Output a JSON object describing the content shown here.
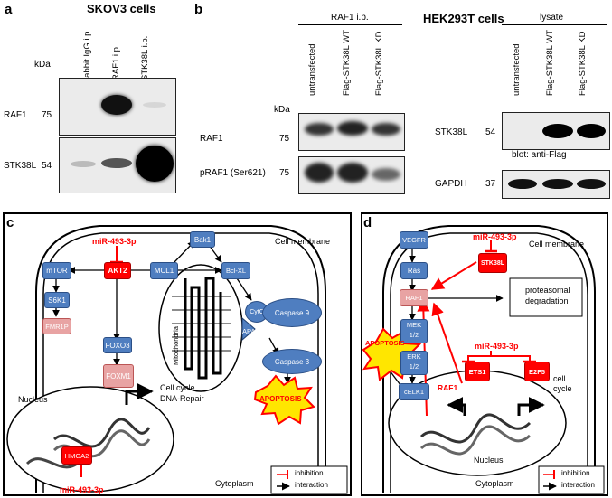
{
  "panel_a": {
    "letter": "a",
    "title": "SKOV3 cells",
    "kda": "kDa",
    "lanes": [
      "rabbit IgG i.p.",
      "RAF1 i.p.",
      "STK38L i.p."
    ],
    "rows": [
      {
        "name": "RAF1",
        "kda": "75"
      },
      {
        "name": "STK38L",
        "kda": "54"
      }
    ]
  },
  "panel_b": {
    "letter": "b",
    "title": "HEK293T cells",
    "group_ip": "RAF1 i.p.",
    "group_lysate": "lysate",
    "kda": "kDa",
    "lanes_ip": [
      "untransfected",
      "Flag-STK38L WT",
      "Flag-STK38L KD"
    ],
    "lanes_lysate": [
      "untransfected",
      "Flag-STK38L WT",
      "Flag-STK38L KD"
    ],
    "rows_ip": [
      {
        "name": "RAF1",
        "kda": "75"
      },
      {
        "name": "pRAF1 (Ser621)",
        "kda": "75"
      }
    ],
    "rows_lysate": [
      {
        "name": "STK38L",
        "kda": "54"
      },
      {
        "name": "GAPDH",
        "kda": "37"
      }
    ],
    "blot_note": "blot: anti-Flag"
  },
  "panel_c": {
    "letter": "c",
    "cell_membrane": "Cell membrane",
    "cytoplasm": "Cytoplasm",
    "nucleus": "Nucleus",
    "mitochondria": "Mitochondria",
    "mirna_top": "miR-493-3p",
    "mirna_bottom": "miR-493-3p",
    "nodes": {
      "akt2": "AKT2",
      "mtor": "mTOR",
      "s6k1": "S6K1",
      "fmr1p": "FMR1P",
      "mcl1": "MCL1",
      "bak1": "Bak1",
      "bclxl": "Bcl-XL",
      "cytc": "CytC",
      "apaf1": "APAF-1",
      "casp9": "Caspase 9",
      "casp3": "Caspase 3",
      "apoptosis": "APOPTOSIS",
      "foxo3": "FOXO3",
      "foxm1": "FOXM1",
      "hmga2": "HMGA2"
    },
    "cellcycle": "Cell cycle",
    "dnarepair": "DNA-Repair",
    "legend": {
      "inhibition": "inhibition",
      "interaction": "interaction"
    }
  },
  "panel_d": {
    "letter": "d",
    "cell_membrane": "Cell membrane",
    "cytoplasm": "Cytoplasm",
    "nucleus": "Nucleus",
    "mirna_top": "miR-493-3p",
    "mirna_nuc": "miR-493-3p",
    "nodes": {
      "vegfr": "VEGFR",
      "ras": "Ras",
      "stk38l": "STK38L",
      "raf1": "RAF1",
      "mek": "MEK",
      "mek2": "1/2",
      "erk": "ERK",
      "erk2": "1/2",
      "celk1": "cELK1",
      "ets1": "ETS1",
      "e2f5": "E2F5",
      "apoptosis": "APOPTOSIS",
      "raf1_nuc": "RAF1"
    },
    "proteasomal1": "proteasomal",
    "proteasomal2": "degradation",
    "cell": "cell",
    "cycle": "cycle",
    "legend": {
      "inhibition": "inhibition",
      "interaction": "interaction"
    }
  },
  "colors": {
    "blue": "#4f7ec0",
    "red": "#ff0000",
    "pink": "#e8a3a3"
  }
}
